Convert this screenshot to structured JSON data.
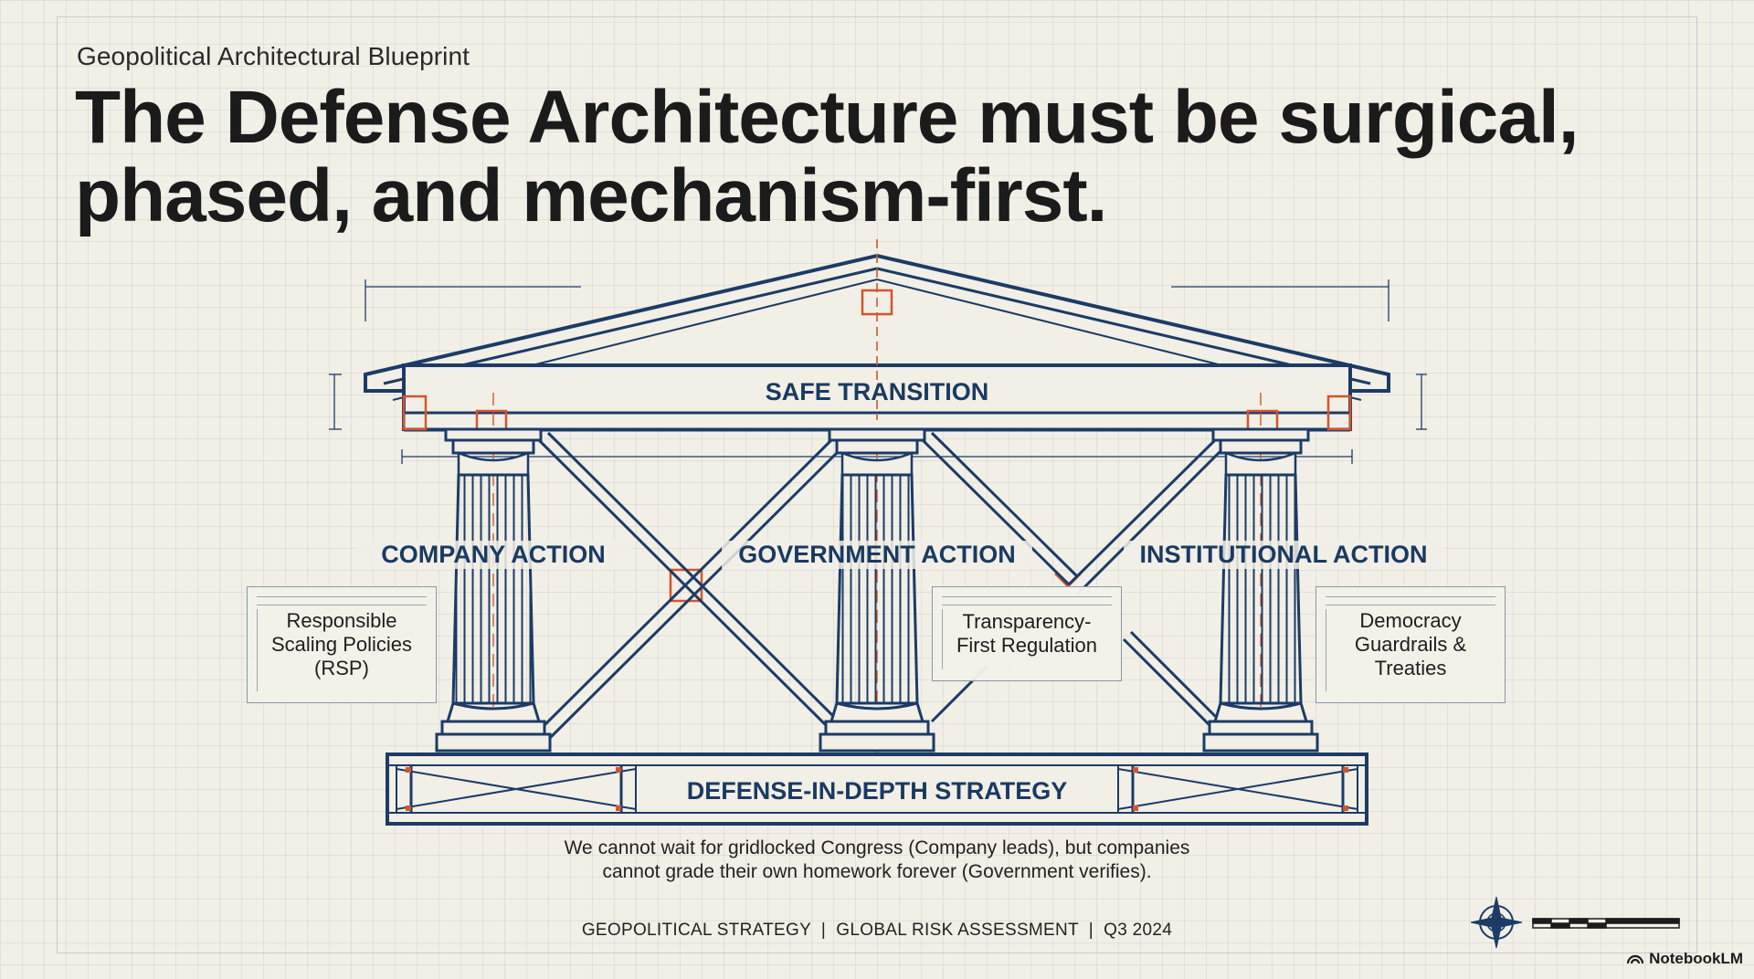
{
  "header": {
    "kicker": "Geopolitical Architectural Blueprint",
    "title_line1": "The Defense Architecture must be surgical,",
    "title_line2": "phased, and mechanism-first."
  },
  "diagram": {
    "roof_label": "SAFE TRANSITION",
    "pillars": [
      {
        "label": "COMPANY ACTION",
        "card": [
          "Responsible",
          "Scaling Policies",
          "(RSP)"
        ]
      },
      {
        "label": "GOVERNMENT ACTION",
        "card": [
          "Transparency-",
          "First Regulation"
        ]
      },
      {
        "label": "INSTITUTIONAL ACTION",
        "card": [
          "Democracy",
          "Guardrails &",
          "Treaties"
        ]
      }
    ],
    "base_label": "DEFENSE-IN-DEPTH STRATEGY"
  },
  "caption": {
    "line1": "We cannot wait for gridlocked Congress (Company leads), but companies",
    "line2": "cannot grade their own homework forever (Government verifies)."
  },
  "footer": "GEOPOLITICAL STRATEGY  |  GLOBAL RISK ASSESSMENT  |  Q3 2024",
  "brand": "NotebookLM",
  "colors": {
    "background": "#f1efe6",
    "blueprint_navy": "#1c3b66",
    "accent_orange": "#d4552c",
    "text_dark": "#1b1b1b"
  },
  "icons": [
    "compass-rose-icon",
    "scale-bar-icon",
    "notebooklm-logo-icon"
  ]
}
